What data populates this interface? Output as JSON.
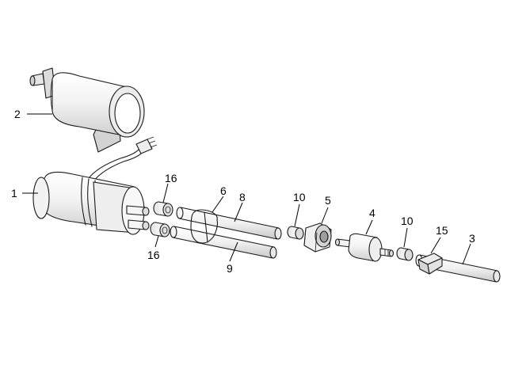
{
  "callouts": {
    "c1": "1",
    "c2": "2",
    "c3": "3",
    "c4": "4",
    "c5": "5",
    "c6": "6",
    "c8": "8",
    "c9": "9",
    "c10a": "10",
    "c10b": "10",
    "c15": "15",
    "c16a": "16",
    "c16b": "16"
  },
  "colors": {
    "body_fill": "#f4f4f4",
    "shade": "#d9d9d9",
    "dark": "#bdbdbd",
    "line": "#1a1a1a"
  }
}
